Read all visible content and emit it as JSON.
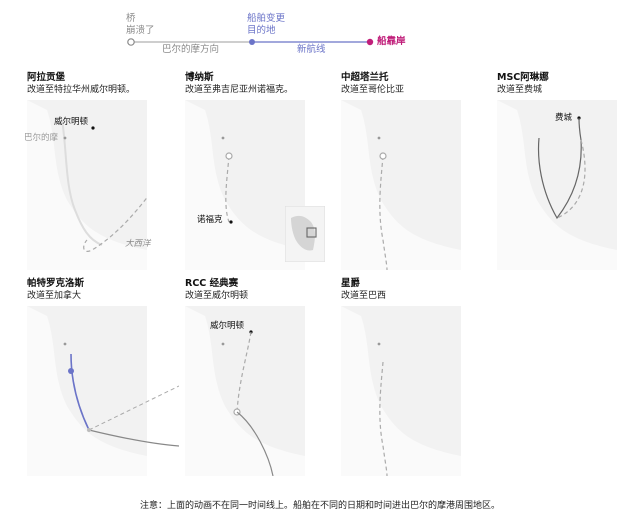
{
  "legend": {
    "bridge_label": "桥",
    "collapse_label": "崩溃了",
    "baltimore_dir": "巴尔的摩方向",
    "changed_label": "船舶变更",
    "destination_label": "目的地",
    "new_route": "新航线",
    "berthing": "船靠岸",
    "colors": {
      "gray": "#8a8a8a",
      "blue": "#6b74c8",
      "magenta": "#c01e7a"
    }
  },
  "panels": [
    {
      "name": "阿拉贡堡",
      "dest": "改道至特拉华州威尔明顿。",
      "labels": [
        "威尔明顿",
        "巴尔的摩",
        "大西洋"
      ]
    },
    {
      "name": "博纳斯",
      "dest": "改道至弗吉尼亚州诺福克。",
      "labels": [
        "诺福克"
      ]
    },
    {
      "name": "中超塔兰托",
      "dest": "改道至哥伦比亚",
      "labels": []
    },
    {
      "name": "MSC阿琳娜",
      "dest": "改道至费城",
      "labels": [
        "费城"
      ]
    },
    {
      "name": "帕特罗克洛斯",
      "dest": "改道至加拿大",
      "labels": []
    },
    {
      "name": "RCC 经典赛",
      "dest": "改道至威尔明顿",
      "labels": [
        "威尔明顿"
      ]
    },
    {
      "name": "星爵",
      "dest": "改道至巴西",
      "labels": []
    }
  ],
  "footnote": "注意：上面的动画不在同一时间线上。船舶在不同的日期和时间进出巴尔的摩港周围地区。"
}
